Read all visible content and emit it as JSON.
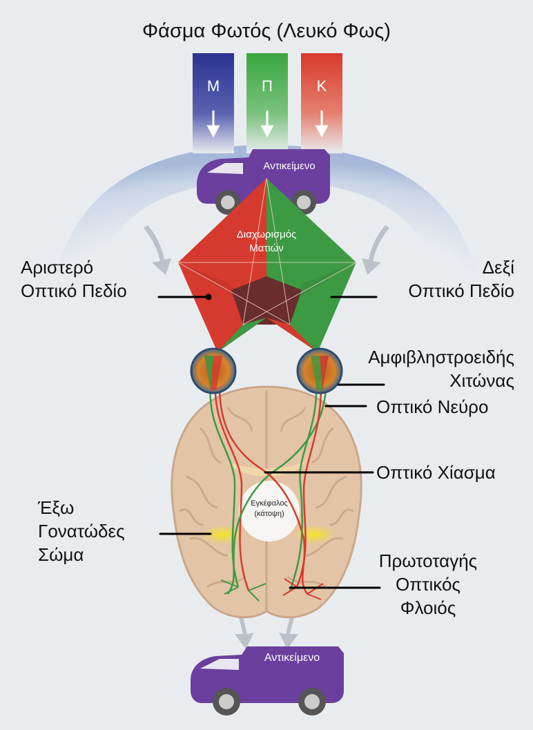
{
  "title": "Φάσμα Φωτός (Λευκό Φως)",
  "spectrum": [
    {
      "label": "Μ",
      "color": "#2a3390"
    },
    {
      "label": "Π",
      "color": "#3aa63f"
    },
    {
      "label": "Κ",
      "color": "#d8392b"
    }
  ],
  "object_top": "Αντικείμενο",
  "object_bottom": "Αντικείμενο",
  "chiasm_label": {
    "line1": "Διαχωρισμός",
    "line2": "Ματιών"
  },
  "left_field": {
    "line1": "Αριστερό",
    "line2": "Οπτικό Πεδίο"
  },
  "right_field": {
    "line1": "Δεξί",
    "line2": "Οπτικό Πεδίο"
  },
  "retina": {
    "line1": "Αμφιβληστροειδής",
    "line2": "Χιτώνας"
  },
  "optic_nerve": "Οπτικό Νεύρο",
  "optic_chiasm": "Οπτικό Χίασμα",
  "lgn": {
    "line1": "Έξω",
    "line2": "Γονατώδες",
    "line3": "Σώμα"
  },
  "cortex": {
    "line1": "Πρωτοταγής",
    "line2": "Οπτικός",
    "line3": "Φλοιός"
  },
  "brain": {
    "line1": "Εγκέφαλος",
    "line2": "(κάτοψη)"
  },
  "colors": {
    "van": "#6b3f9e",
    "red": "#d63a2e",
    "green": "#3c9a43",
    "dark": "#6a2d2d",
    "brain": "#e3c4a6"
  }
}
